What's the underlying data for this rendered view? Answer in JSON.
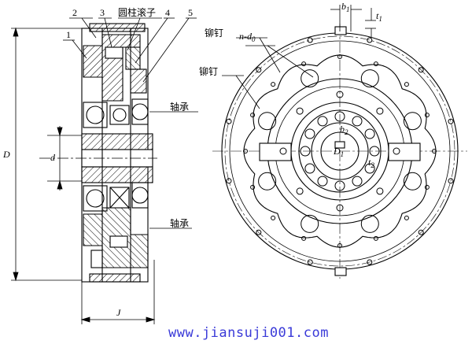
{
  "side_view": {
    "part_numbers": [
      "2",
      "3",
      "4",
      "5",
      "1"
    ],
    "roller_label": "圆柱滚子",
    "bearing_label_top": "轴承",
    "bearing_label_bottom": "轴承",
    "dim_D": "D",
    "dim_d": "d",
    "dim_J": "J"
  },
  "front_view": {
    "rivet_label_1": "铆钉",
    "rivet_label_2": "铆钉",
    "hole_label": "n-d",
    "hole_label_sub": "0",
    "dim_b1": "b",
    "dim_b1_sub": "1",
    "dim_t1": "t",
    "dim_t1_sub": "1",
    "dim_b2": "b",
    "dim_b2_sub": "2",
    "dim_D1": "D",
    "dim_D1_sub": "1",
    "dim_t2": "t",
    "dim_t2_sub": "2"
  },
  "watermark": "www.jiansuji001.com"
}
